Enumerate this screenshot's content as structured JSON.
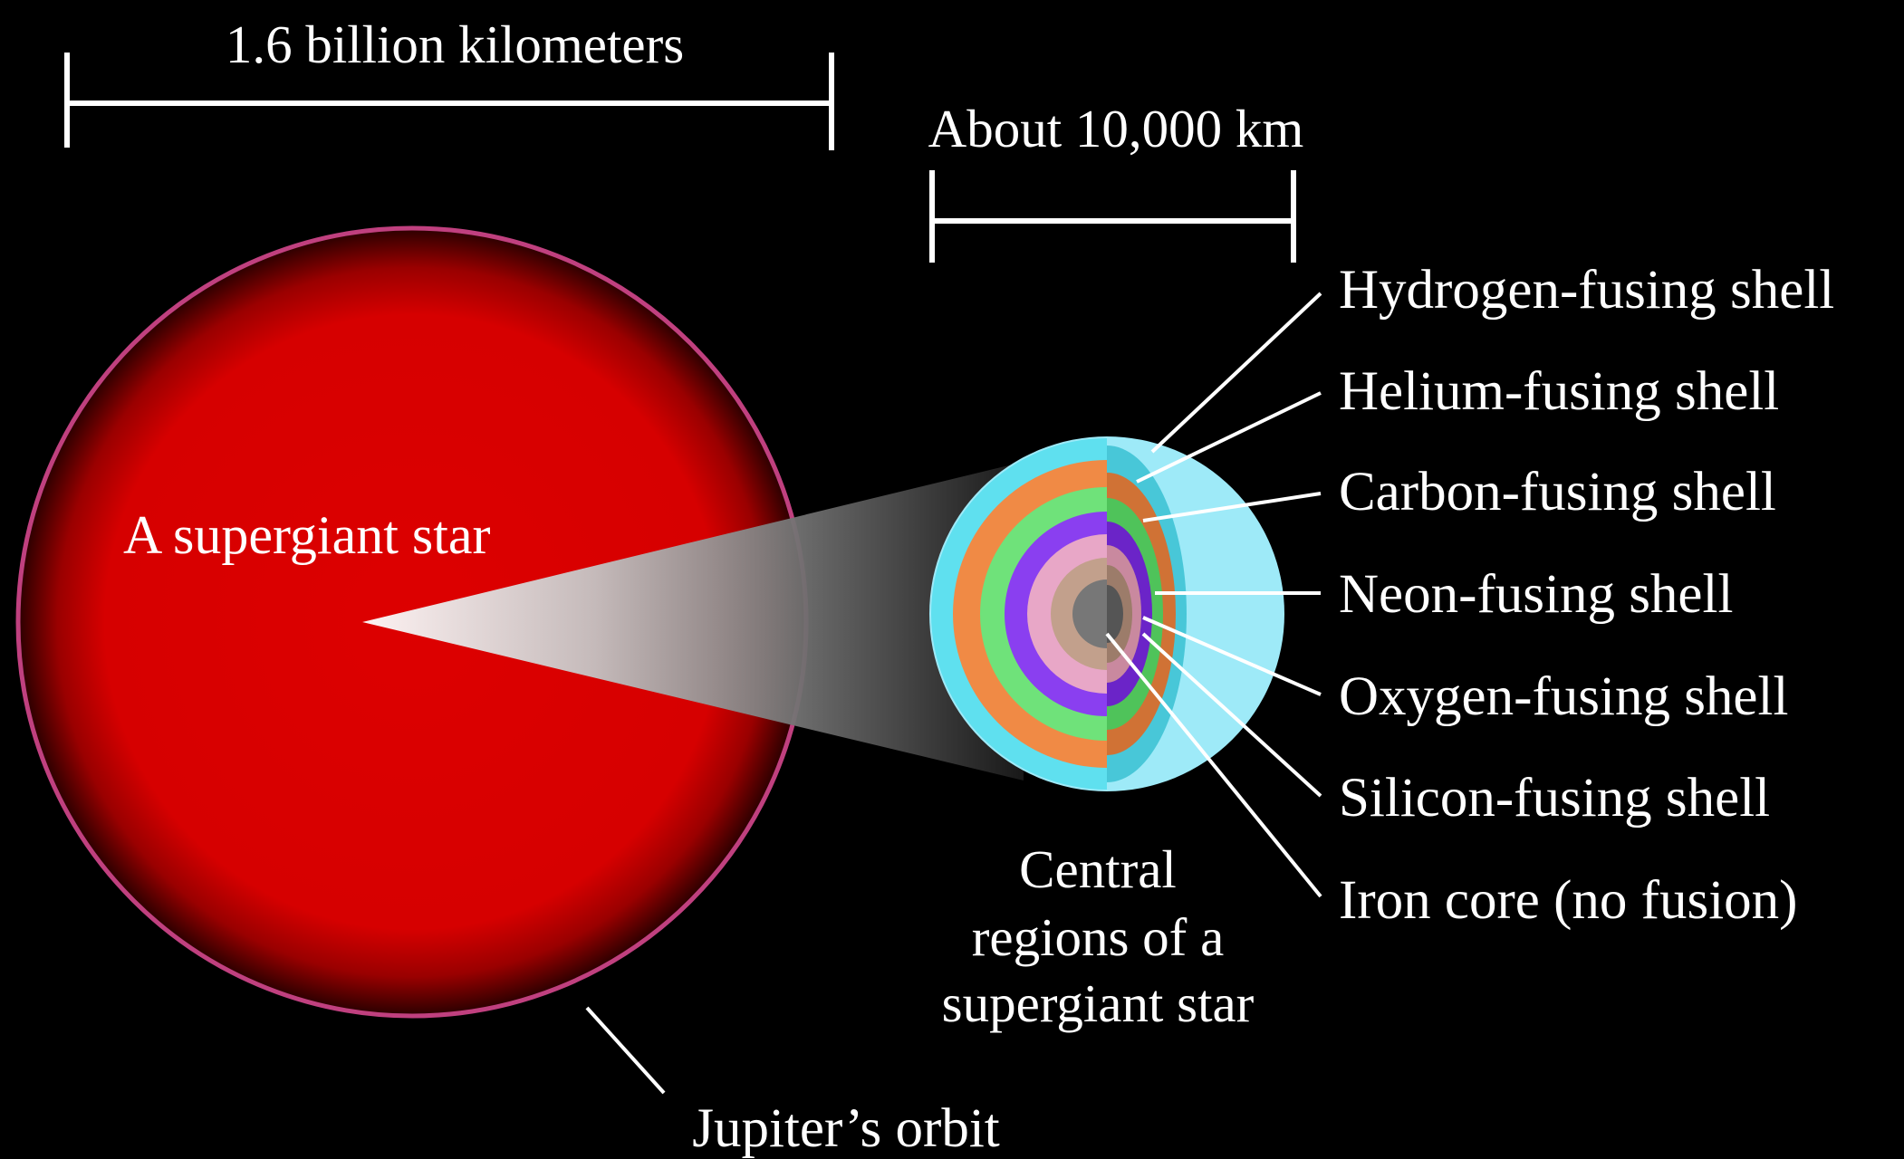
{
  "scale_bars": {
    "large": "1.6 billion kilometers",
    "small": "About 10,000 km"
  },
  "supergiant": {
    "label": "A supergiant star",
    "orbit_label": "Jupiter’s orbit"
  },
  "central_region": {
    "caption": [
      "Central",
      "regions of a",
      "supergiant star"
    ]
  },
  "shells": [
    {
      "label": "Hydrogen-fusing shell",
      "color": "#5fe0ef"
    },
    {
      "label": "Helium-fusing shell",
      "color": "#f08a45"
    },
    {
      "label": "Carbon-fusing shell",
      "color": "#6fe27a"
    },
    {
      "label": "Neon-fusing shell",
      "color": "#8a3ff0"
    },
    {
      "label": "Oxygen-fusing shell",
      "color": "#e8a7c7"
    },
    {
      "label": "Silicon-fusing shell",
      "color": "#c2a08c"
    },
    {
      "label": "Iron core (no fusion)",
      "color": "#777777"
    }
  ],
  "colors": {
    "star": "#dd0000",
    "orbit": "#c0407f",
    "background": "#000000",
    "text": "#ffffff"
  }
}
